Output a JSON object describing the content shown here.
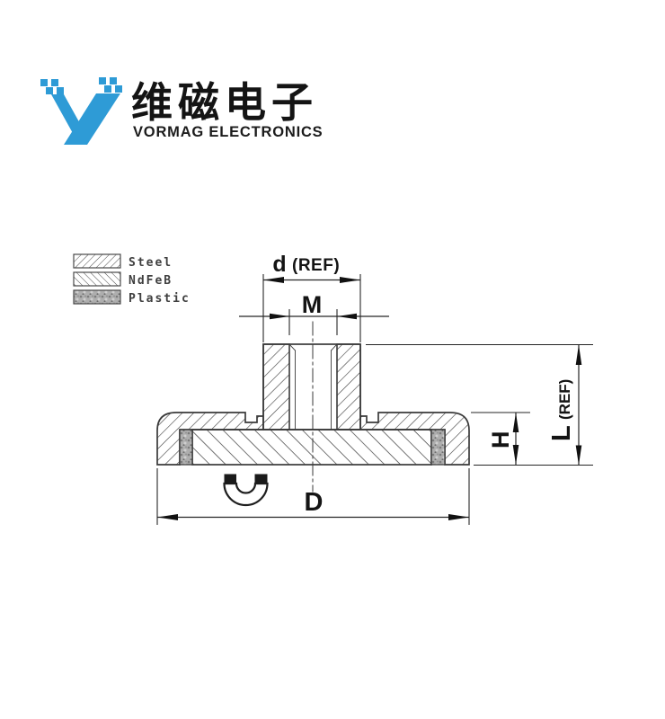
{
  "page": {
    "background": "#ffffff"
  },
  "logo": {
    "company_cn": "维磁电子",
    "company_en": "VORMAG ELECTRONICS",
    "brand_color": "#2E9BD6"
  },
  "legend": {
    "items": [
      {
        "material": "steel",
        "label": "Steel",
        "swatch": "forward-diagonal-hatch"
      },
      {
        "material": "ndfeb",
        "label": "NdFeB",
        "swatch": "back-diagonal-hatch"
      },
      {
        "material": "plastic",
        "label": "Plastic",
        "swatch": "gray-speckle"
      }
    ]
  },
  "drawing": {
    "type": "technical-cross-section",
    "subject": "pot-magnet-with-threaded-bushing",
    "line_color": "#3a3a3a",
    "labels": {
      "d": "d",
      "d_ref": "(REF)",
      "m": "M",
      "dia": "D",
      "h": "H",
      "l": "L",
      "l_ref": "(REF)"
    }
  }
}
